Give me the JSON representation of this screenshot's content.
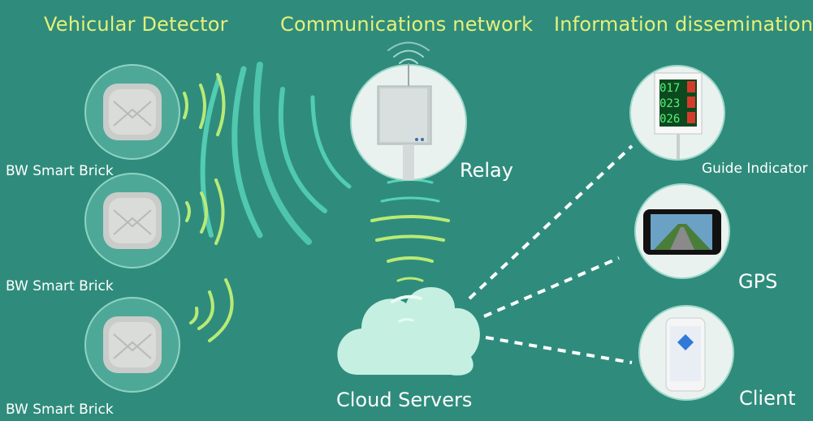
{
  "headings": {
    "vehicular_detector": "Vehicular Detector",
    "communications_network": "Communications network",
    "information_dissemination": "Information dissemination"
  },
  "detectors": [
    {
      "label": "BW Smart Brick"
    },
    {
      "label": "BW Smart Brick"
    },
    {
      "label": "BW Smart Brick"
    }
  ],
  "relay": {
    "label": "Relay"
  },
  "cloud": {
    "label": "Cloud Servers"
  },
  "outputs": [
    {
      "label": "Guide Indicator",
      "icon": "guide-indicator-icon"
    },
    {
      "label": "GPS",
      "icon": "gps-navigator-icon"
    },
    {
      "label": "Client",
      "icon": "smartphone-icon"
    }
  ],
  "guide_indicator_display": {
    "rows": [
      "017",
      "023",
      "026"
    ]
  },
  "colors": {
    "background": "#2f8c7c",
    "heading": "#e6f07a",
    "wave_green": "#b8ea76",
    "wave_teal": "#56d3b8",
    "cloud": "#c5efe1"
  }
}
